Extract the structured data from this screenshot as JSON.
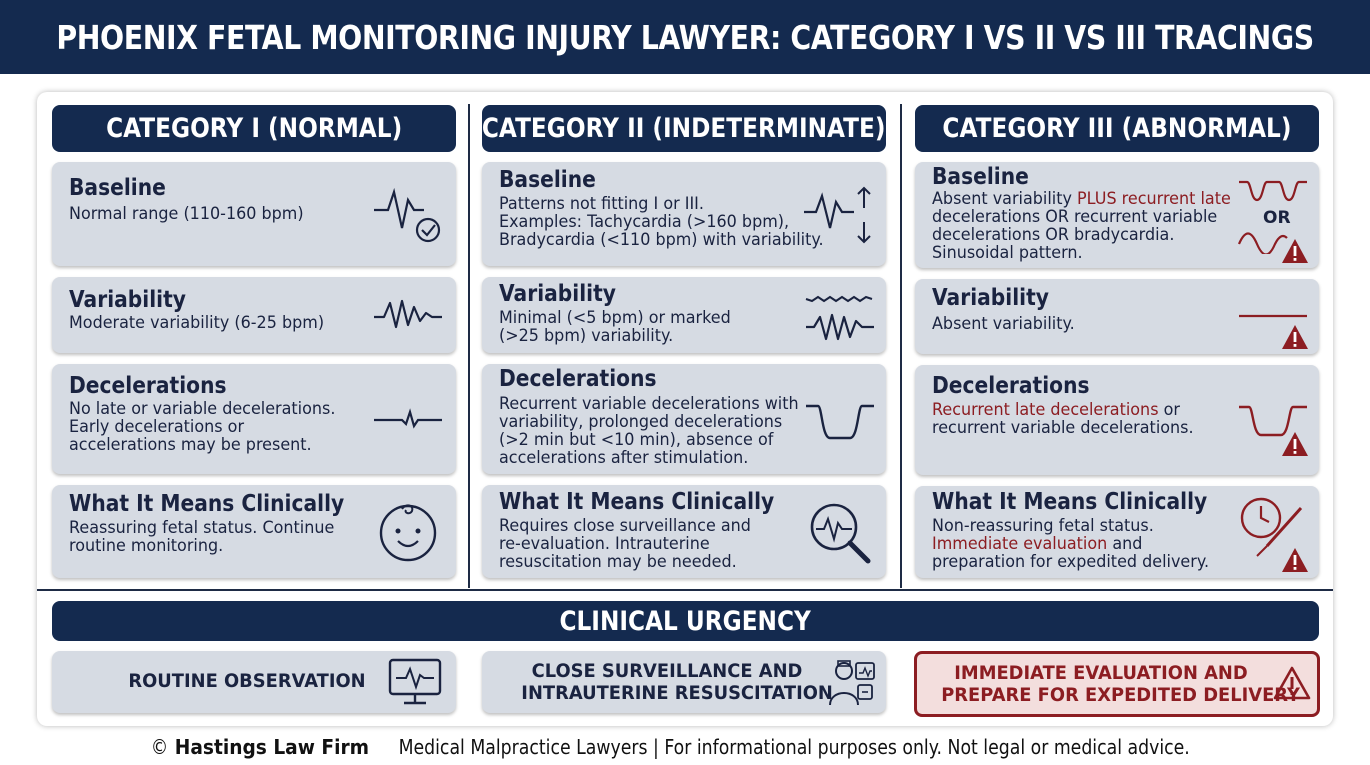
{
  "title": "PHOENIX FETAL MONITORING INJURY LAWYER: CATEGORY I VS II VS III TRACINGS",
  "columns": [
    {
      "header": "CATEGORY I (NORMAL)",
      "cards": [
        {
          "title": "Baseline",
          "lines": [
            "Normal range (110-160 bpm)"
          ]
        },
        {
          "title": "Variability",
          "lines": [
            "Moderate variability (6-25 bpm)"
          ]
        },
        {
          "title": "Decelerations",
          "lines": [
            "No late or variable decelerations.",
            "Early decelerations or",
            "accelerations may be present."
          ]
        },
        {
          "title": "What It Means Clinically",
          "lines": [
            "Reassuring fetal status. Continue",
            "routine monitoring."
          ]
        }
      ]
    },
    {
      "header": "CATEGORY II (INDETERMINATE)",
      "cards": [
        {
          "title": "Baseline",
          "lines": [
            "Patterns not fitting I or III.",
            "Examples: Tachycardia (>160 bpm),",
            "Bradycardia (<110 bpm) with variability."
          ]
        },
        {
          "title": "Variability",
          "lines": [
            "Minimal (<5 bpm) or marked",
            "(>25 bpm) variability."
          ]
        },
        {
          "title": "Decelerations",
          "lines": [
            "Recurrent variable decelerations with",
            "variability, prolonged decelerations",
            "(>2 min but <10 min), absence of",
            "accelerations after stimulation."
          ]
        },
        {
          "title": "What It Means Clinically",
          "lines": [
            "Requires close surveillance and",
            "re-evaluation. Intrauterine",
            "resuscitation may be needed."
          ]
        }
      ]
    },
    {
      "header": "CATEGORY III (ABNORMAL)",
      "cards": [
        {
          "title": "Baseline",
          "line1_a": "Absent variability ",
          "line1_b": "PLUS recurrent late",
          "line2": "decelerations OR recurrent variable",
          "line3": "decelerations OR bradycardia.",
          "line4": "Sinusoidal pattern.",
          "or_label": "OR"
        },
        {
          "title": "Variability",
          "lines": [
            "Absent variability."
          ]
        },
        {
          "title": "Decelerations",
          "line1_a": "Recurrent late decelerations",
          "line1_b": " or",
          "line2": "recurrent variable decelerations."
        },
        {
          "title": "What It Means Clinically",
          "line1": "Non-reassuring fetal status.",
          "line2_a": "Immediate evaluation",
          "line2_b": " and",
          "line3": "preparation for expedited delivery."
        }
      ]
    }
  ],
  "urgency": {
    "header": "CLINICAL URGENCY",
    "items": [
      {
        "lines": [
          "ROUTINE OBSERVATION"
        ]
      },
      {
        "lines": [
          "CLOSE SURVEILLANCE AND",
          "INTRAUTERINE RESUSCITATION"
        ]
      },
      {
        "lines": [
          "IMMEDIATE EVALUATION AND",
          "PREPARE FOR EXPEDITED DELIVERY"
        ]
      }
    ]
  },
  "footer": {
    "symbol": "©",
    "firm": "Hastings Law Firm",
    "rest": " Medical Malpractice Lawyers | For informational purposes only. Not legal or medical advice."
  },
  "colors": {
    "navy": "#142a4f",
    "card": "#d6dbe3",
    "alert_red": "#8c1d22"
  },
  "icons": [
    "heartbeat-check-icon",
    "waveform-icon",
    "small-dip-waveform-icon",
    "baby-face-icon",
    "waveform-up-down-arrows-icon",
    "two-waveforms-icon",
    "deceleration-dip-icon",
    "magnifier-heartbeat-icon",
    "warning-icon",
    "clock-scalpel-icon",
    "monitor-heartbeat-icon",
    "doctor-chart-icon"
  ]
}
